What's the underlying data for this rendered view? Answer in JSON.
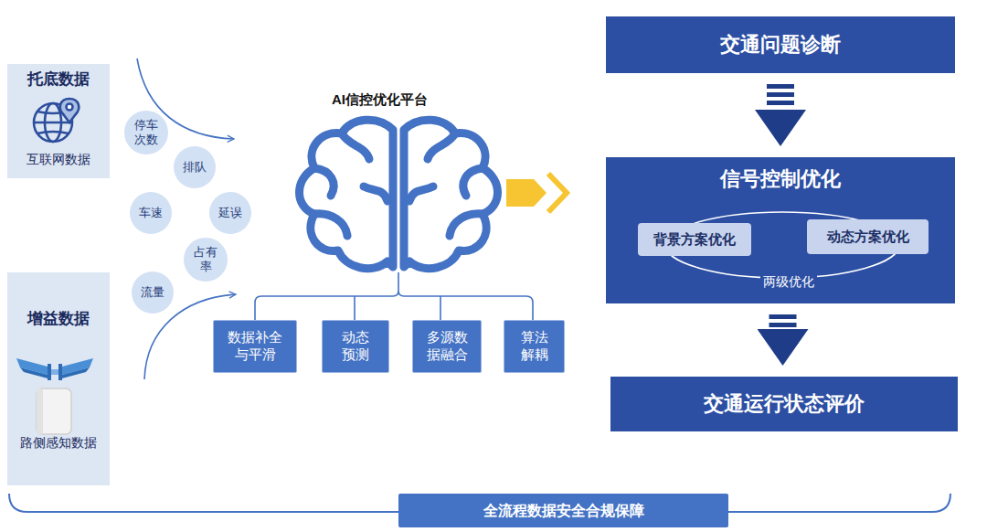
{
  "diagram": {
    "nodes": [
      {
        "text": [
          "托底数据",
          "互联网数据"
        ]
      },
      {
        "text": [
          "停车次数"
        ]
      },
      {
        "text": [
          "排队"
        ]
      },
      {
        "text": [
          "车速"
        ]
      },
      {
        "text": [
          "延误"
        ]
      },
      {
        "text": [
          "占有率"
        ]
      },
      {
        "text": [
          "流量"
        ]
      },
      {
        "text": [
          "增益数据",
          "路侧感知数据"
        ]
      },
      {
        "text": [
          "数据补全与平滑"
        ]
      },
      {
        "text": [
          "动态预测"
        ]
      },
      {
        "text": [
          "多源数据融合"
        ]
      },
      {
        "text": [
          "算法解耦"
        ]
      },
      {
        "text": [
          "交通问题诊断"
        ]
      },
      {
        "text": [
          "信号控制优化"
        ]
      },
      {
        "text": [
          "背景方案优化"
        ],
        "in": 13
      },
      {
        "text": [
          "动态方案优化"
        ],
        "in": 13
      },
      {
        "text": [
          "交通运行状态评价"
        ]
      },
      {
        "text": [
          "全流程数据安全合规保障"
        ]
      }
    ],
    "edges": [
      {
        "from": 12,
        "to": 13,
        "arrow": "to"
      },
      {
        "from": 13,
        "to": 16,
        "arrow": "to"
      }
    ],
    "labels": [
      "AI信控优化平台",
      "两级优化"
    ]
  }
}
